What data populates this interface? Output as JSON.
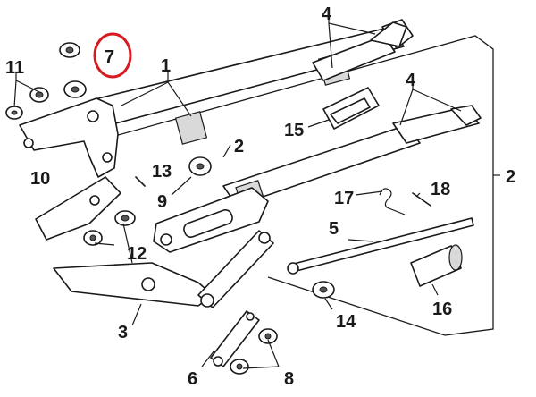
{
  "labels": {
    "p1": "1",
    "p2a": "2",
    "p2b": "2",
    "p3": "3",
    "p4a": "4",
    "p4b": "4",
    "p5": "5",
    "p6": "6",
    "p7": "7",
    "p8": "8",
    "p9": "9",
    "p10": "10",
    "p11": "11",
    "p12": "12",
    "p13": "13",
    "p14": "14",
    "p15": "15",
    "p16": "16",
    "p17": "17",
    "p18": "18"
  },
  "highlight": {
    "part": "7",
    "color": "#d71920"
  }
}
